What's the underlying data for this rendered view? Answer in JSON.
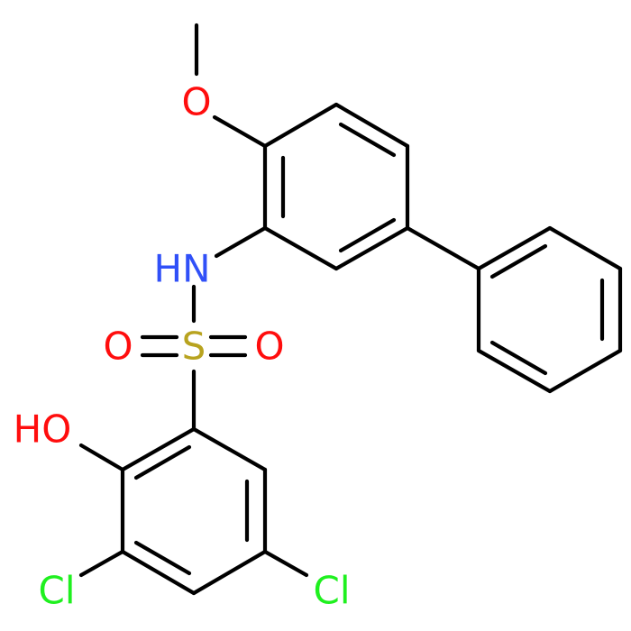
{
  "atoms": {
    "o_methoxy": {
      "label": "O",
      "color": "#ff0d0d"
    },
    "nh": {
      "label": "HN",
      "color": "#3050f8"
    },
    "s": {
      "label": "S",
      "color": "#b8a31f"
    },
    "o_sulfonyl_left": {
      "label": "O",
      "color": "#ff0d0d"
    },
    "o_sulfonyl_right": {
      "label": "O",
      "color": "#ff0d0d"
    },
    "oh": {
      "label": "HO",
      "color": "#ff0d0d"
    },
    "cl_left": {
      "label": "Cl",
      "color": "#1ff01f"
    },
    "cl_right": {
      "label": "Cl",
      "color": "#1ff01f"
    }
  },
  "bond_color": "#000000"
}
